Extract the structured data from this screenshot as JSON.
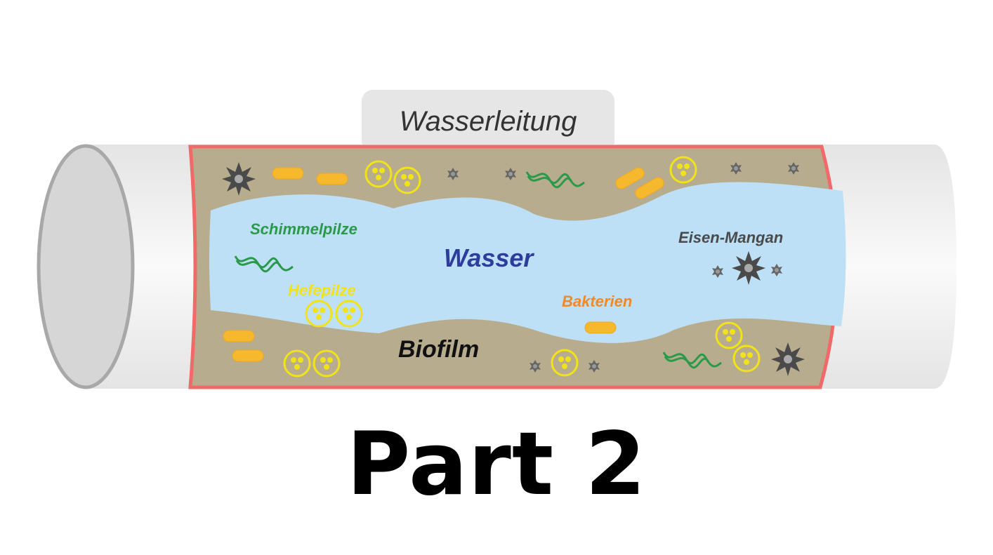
{
  "diagram": {
    "title_tab": "Wasserleitung",
    "labels": {
      "water": "Wasser",
      "mold": "Schimmelpilze",
      "yeast": "Hefepilze",
      "bacteria": "Bakterien",
      "iron_manganese": "Eisen-Mangan",
      "biofilm": "Biofilm"
    },
    "colors": {
      "pipe": "#ececec",
      "pipe_wall": "#f06a6a",
      "biofilm": "#b7ad8e",
      "water": "#bde0f6",
      "mold": "#2a9a4a",
      "yeast": "#f2e21a",
      "bacteria": "#f6b82c",
      "iron": "#555555",
      "water_label": "#2e3d9c",
      "bacteria_label": "#f08a28"
    }
  },
  "caption": "Part 2"
}
